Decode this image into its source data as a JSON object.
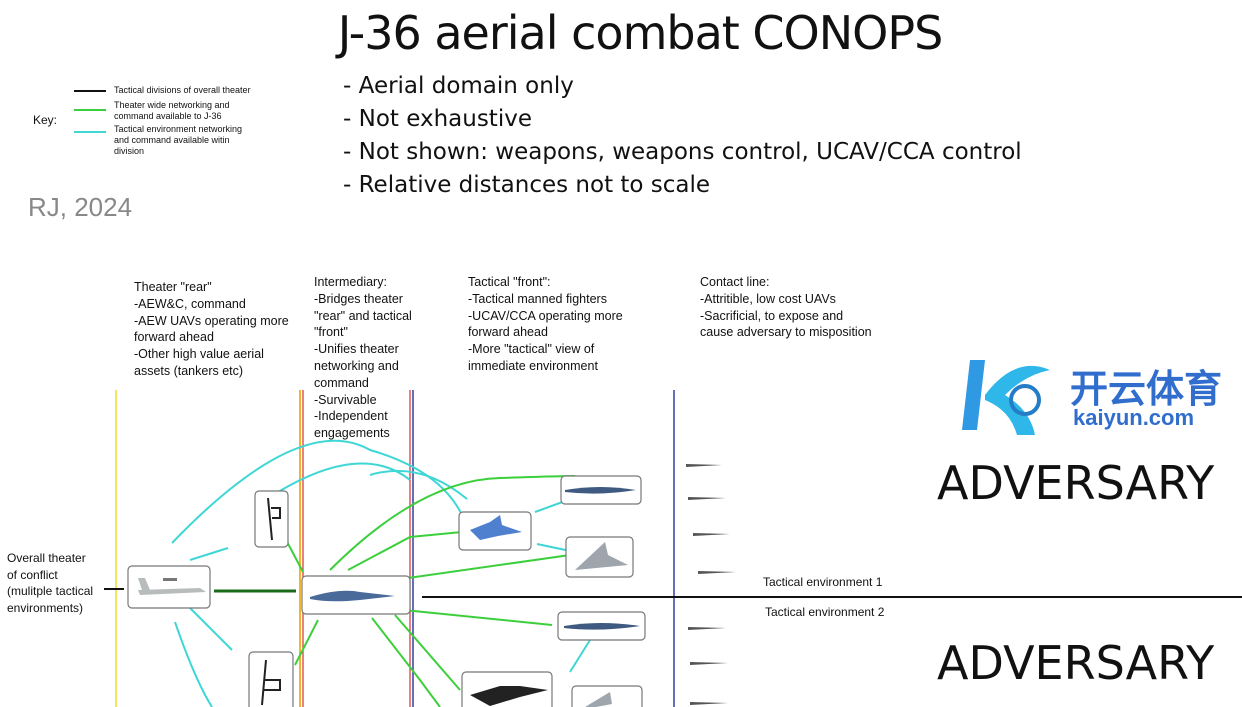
{
  "title": "J-36 aerial combat CONOPS",
  "bullets": [
    "- Aerial domain only",
    "- Not exhaustive",
    "- Not shown: weapons, weapons control, UCAV/CCA control",
    "- Relative distances not to scale"
  ],
  "key": {
    "label": "Key:",
    "items": [
      {
        "text": "Tactical divisions of overall theater",
        "color": "#111111"
      },
      {
        "text": "Theater wide networking and command available to J-36",
        "color": "#3ccf3c"
      },
      {
        "text": "Tactical environment networking and command available witin division",
        "color": "#3fd6d6"
      }
    ]
  },
  "author": "RJ, 2024",
  "columns": [
    {
      "lines": [
        "Theater \"rear\"",
        "-AEW&C, command",
        "-AEW UAVs operating more",
        "forward ahead",
        "-Other high value aerial",
        "assets (tankers etc)"
      ]
    },
    {
      "lines": [
        "Intermediary:",
        "-Bridges theater",
        "\"rear\" and tactical",
        "\"front\"",
        "-Unifies theater",
        "networking and",
        "command",
        "-Survivable",
        "-Independent",
        "engagements"
      ]
    },
    {
      "lines": [
        "Tactical \"front\":",
        "-Tactical manned fighters",
        "-UCAV/CCA operating more",
        "forward ahead",
        "-More \"tactical\" view of",
        "immediate environment"
      ]
    },
    {
      "lines": [
        "Contact line:",
        "-Attritible, low cost UAVs",
        "-Sacrificial, to expose and",
        "cause adversary to misposition"
      ]
    }
  ],
  "overall_theater": [
    "Overall theater",
    "of conflict",
    "(mulitple tactical",
    "environments)"
  ],
  "adversary_top": "ADVERSARY",
  "adversary_bottom": "ADVERSARY",
  "env1": "Tactical environment 1",
  "env2": "Tactical environment 2",
  "watermark": {
    "cn": "开云体育",
    "en": "kaiyun.com"
  }
}
